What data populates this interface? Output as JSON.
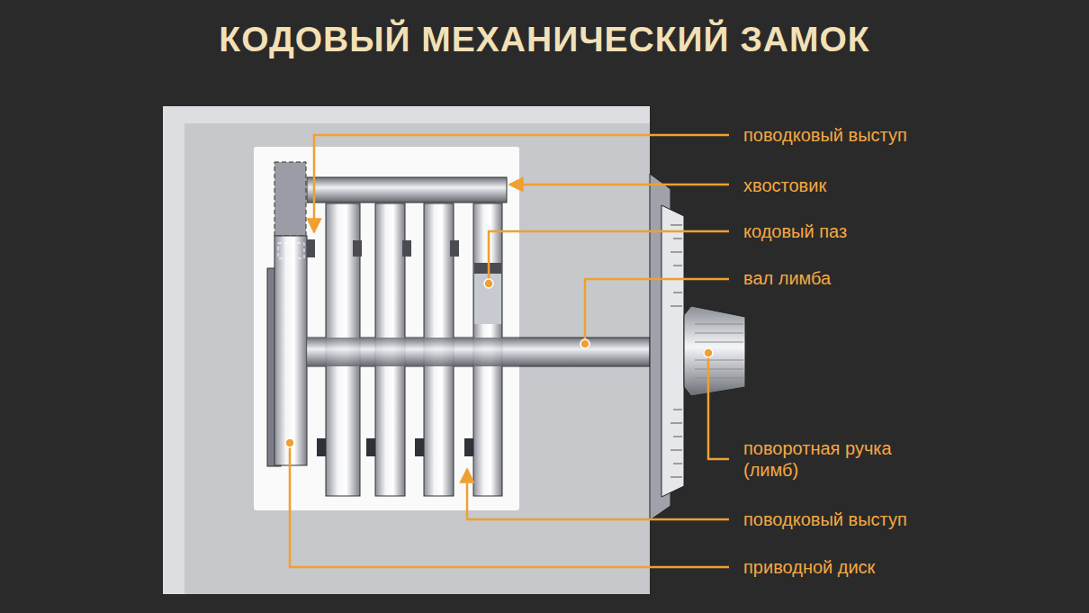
{
  "diagram": {
    "title": "КОДОВЫЙ МЕХАНИЧЕСКИЙ ЗАМОК",
    "labels": [
      "поводковый выступ",
      "хвостовик",
      "кодовый паз",
      "вал лимба",
      "поворотная ручка (лимб)",
      "поводковый выступ",
      "приводной диск"
    ]
  }
}
